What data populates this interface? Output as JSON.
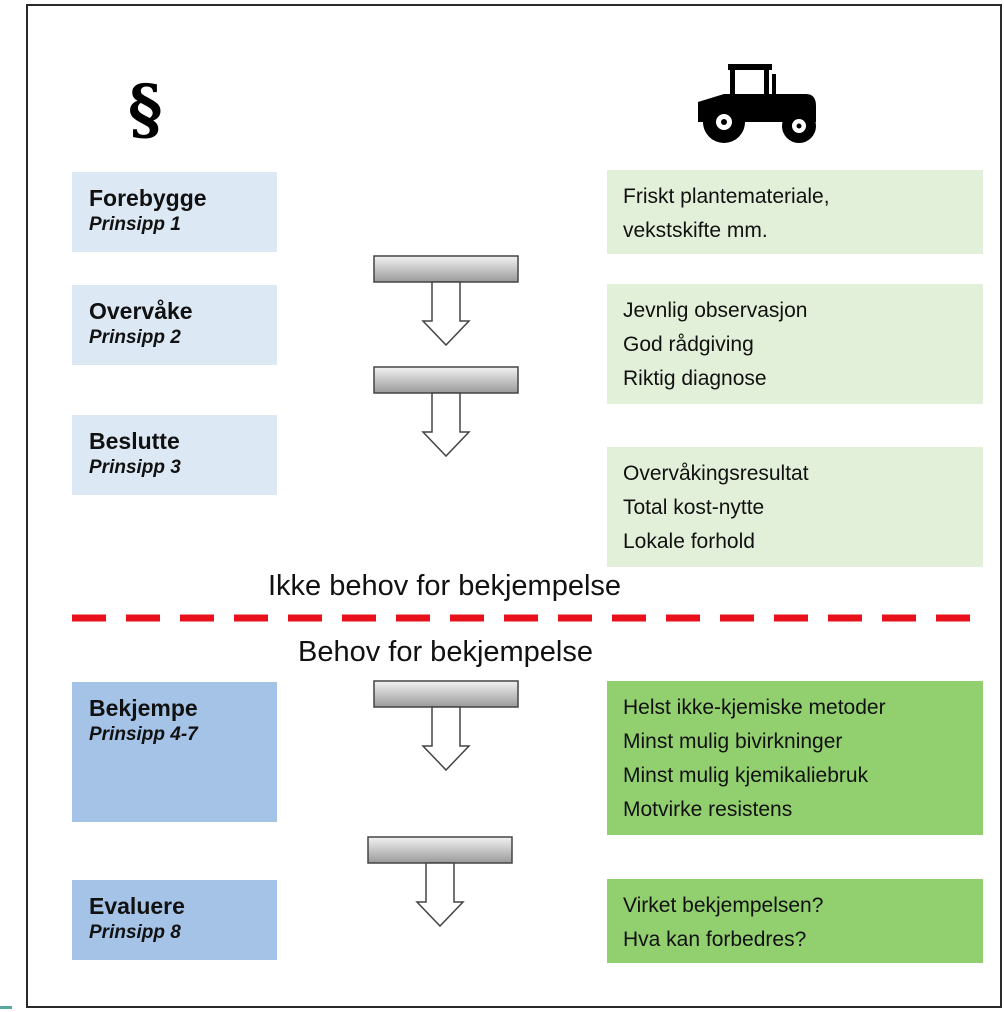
{
  "icons": {
    "section": "section-sign-icon",
    "tractor": "tractor-icon"
  },
  "symbols": {
    "section": "§"
  },
  "colors": {
    "light_blue": "#dce9f5",
    "dark_blue": "#a4c3e6",
    "light_green": "#e3f0d9",
    "dark_green": "#92cf6f",
    "separator": "#e8101a",
    "arrow_fill": "#d0d0d0"
  },
  "steps": [
    {
      "title": "Forebygge",
      "principle": "Prinsipp 1"
    },
    {
      "title": "Overvåke",
      "principle": "Prinsipp 2"
    },
    {
      "title": "Beslutte",
      "principle": "Prinsipp 3"
    },
    {
      "title": "Bekjempe",
      "principle": "Prinsipp 4-7"
    },
    {
      "title": "Evaluere",
      "principle": "Prinsipp 8"
    }
  ],
  "practices": [
    {
      "lines": [
        "Friskt plantemateriale,",
        "vekstskifte mm."
      ]
    },
    {
      "lines": [
        "Jevnlig observasjon",
        "God rådgiving",
        "Riktig diagnose"
      ]
    },
    {
      "lines": [
        "Overvåkingsresultat",
        "Total kost-nytte",
        "Lokale forhold"
      ]
    },
    {
      "lines": [
        "Helst ikke-kjemiske metoder",
        "Minst mulig bivirkninger",
        "Minst mulig kjemikaliebruk",
        "Motvirke resistens"
      ]
    },
    {
      "lines": [
        "Virket bekjempelsen?",
        "Hva kan forbedres?"
      ]
    }
  ],
  "threshold": {
    "above": "Ikke behov for bekjempelse",
    "below": "Behov for bekjempelse"
  }
}
